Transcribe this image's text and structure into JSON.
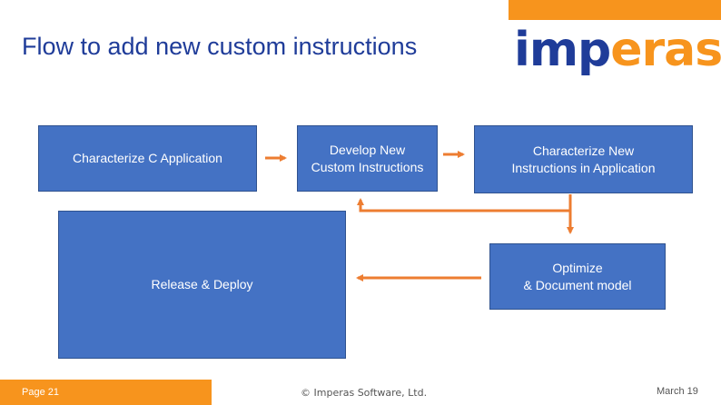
{
  "header": {
    "title": "Flow to add new custom instructions",
    "logo_text_part1": "imp",
    "logo_text_part2": "eras"
  },
  "colors": {
    "accent": "#f7941d",
    "brand_blue": "#1f3c99",
    "box_fill": "#4472c4"
  },
  "flow": {
    "characterize_c": "Characterize  C Application",
    "develop_new": "Develop New\nCustom Instructions",
    "characterize_new": "Characterize New\nInstructions in Application",
    "optimize": "Optimize\n& Document model",
    "release": "Release & Deploy"
  },
  "footer": {
    "page": "Page 21",
    "copyright": "© Imperas Software, Ltd.",
    "date": "March 19"
  }
}
